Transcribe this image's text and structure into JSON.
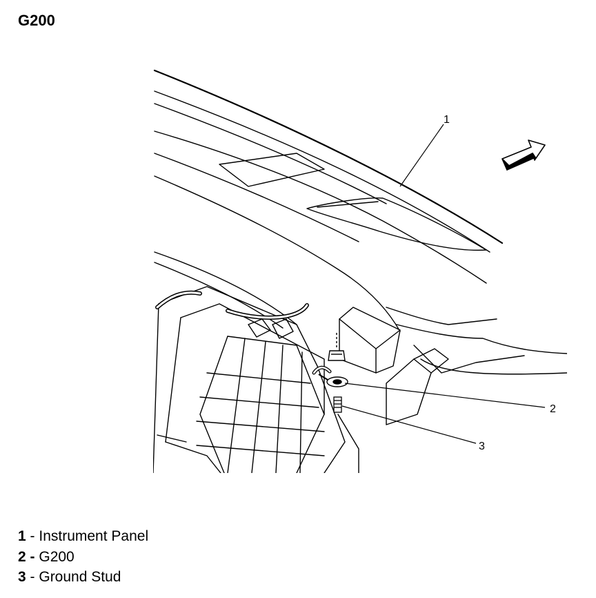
{
  "title": "G200",
  "callouts": [
    "1",
    "2",
    "3"
  ],
  "legend": [
    {
      "number": "1",
      "separator": " - ",
      "label": "Instrument Panel",
      "separator_bold": false
    },
    {
      "number": "2",
      "separator": " - ",
      "label": "G200",
      "separator_bold": true
    },
    {
      "number": "3",
      "separator": " - ",
      "label": "Ground Stud",
      "separator_bold": false
    }
  ],
  "icons": {
    "direction": "forward-arrow-icon",
    "fastener_nut": "nut-icon",
    "fastener_stud": "stud-icon"
  }
}
